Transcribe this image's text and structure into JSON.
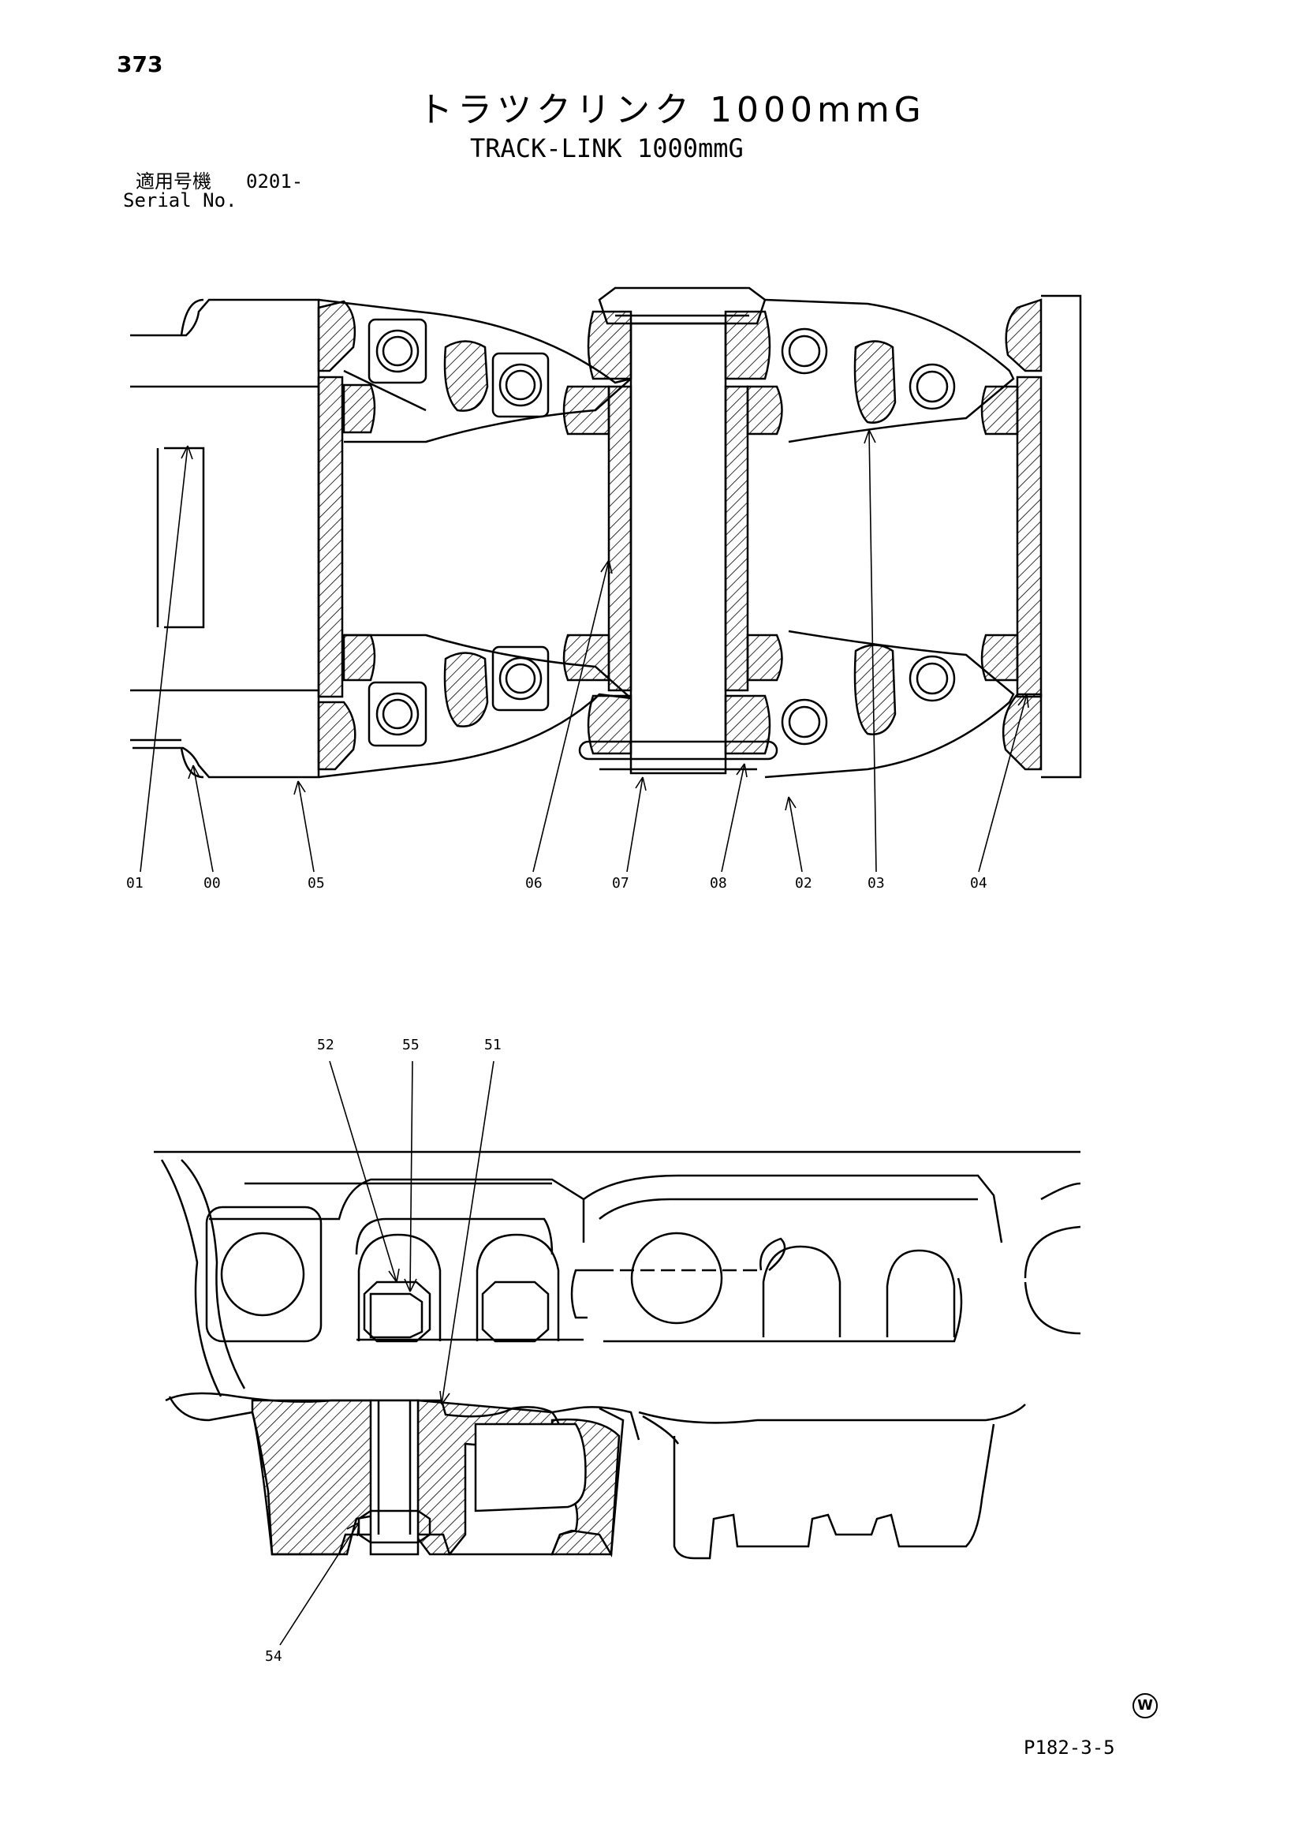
{
  "page_number": "373",
  "title_japanese": "トラツクリンク 1000mmG",
  "title_english": "TRACK-LINK 1000mmG",
  "serial": {
    "label_japanese": "適用号機",
    "value": "0201-",
    "label_english": "Serial No."
  },
  "top_diagram": {
    "callouts": [
      "01",
      "00",
      "05",
      "06",
      "07",
      "08",
      "02",
      "03",
      "04"
    ]
  },
  "bottom_diagram": {
    "callouts_top": [
      "52",
      "55",
      "51"
    ],
    "callouts_bottom": [
      "54"
    ]
  },
  "footer": {
    "mark": "W",
    "code": "P182-3-5"
  }
}
